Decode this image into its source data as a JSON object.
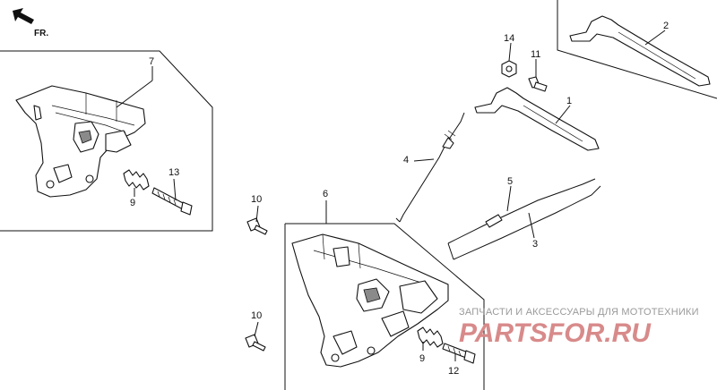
{
  "direction_label": "FR.",
  "callouts": {
    "c1": "1",
    "c2": "2",
    "c3": "3",
    "c4": "4",
    "c5": "5",
    "c6": "6",
    "c7": "7",
    "c8_left": "9",
    "c9_right": "9",
    "c10_top": "10",
    "c10_bottom": "10",
    "c11": "11",
    "c12": "12",
    "c13": "13",
    "c14": "14"
  },
  "watermark": {
    "tagline": "ЗАПЧАСТИ И АКСЕССУАРЫ ДЛЯ МОТОТЕХНИКИ",
    "logo": "PARTSFOR.RU"
  },
  "colors": {
    "ink": "#111111",
    "watermark_text": "#9a9a9a",
    "watermark_logo": "#d88a8a"
  }
}
